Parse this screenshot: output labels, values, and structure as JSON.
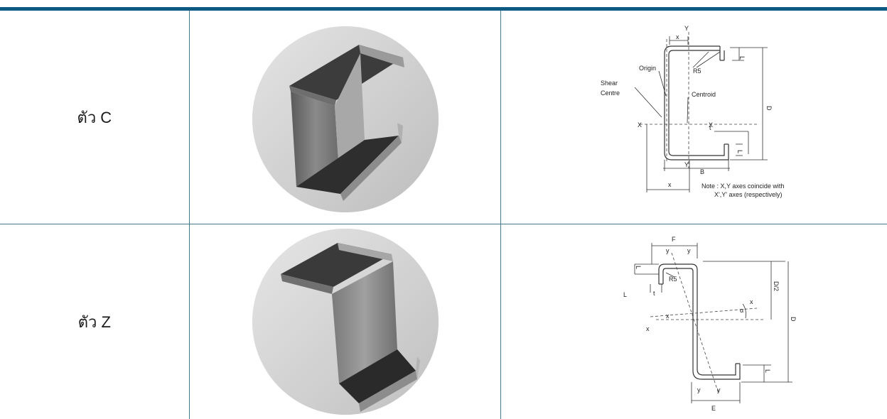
{
  "rows": [
    {
      "label": "ตัว C",
      "diagram": {
        "axis_y": "Y",
        "axis_x": "X",
        "dim_x": "x",
        "r5": "R5",
        "origin": "Origin",
        "shear": "Shear",
        "centre": "Centre",
        "centroid": "Centroid",
        "dim_d": "D",
        "dim_t": "t",
        "dim_l": "L",
        "dim_b": "B",
        "note_line1": "Note : X,Y axes coincide with",
        "note_line2": "X',Y' axes (respectively)"
      }
    },
    {
      "label": "ตัว Z",
      "diagram": {
        "dim_f": "F",
        "y": "y",
        "x": "x",
        "dim_l": "L",
        "r5": "R5",
        "dim_t": "t",
        "dim_d2": "D/2",
        "dim_d": "D",
        "alpha": "α",
        "dim_e": "E"
      }
    }
  ]
}
